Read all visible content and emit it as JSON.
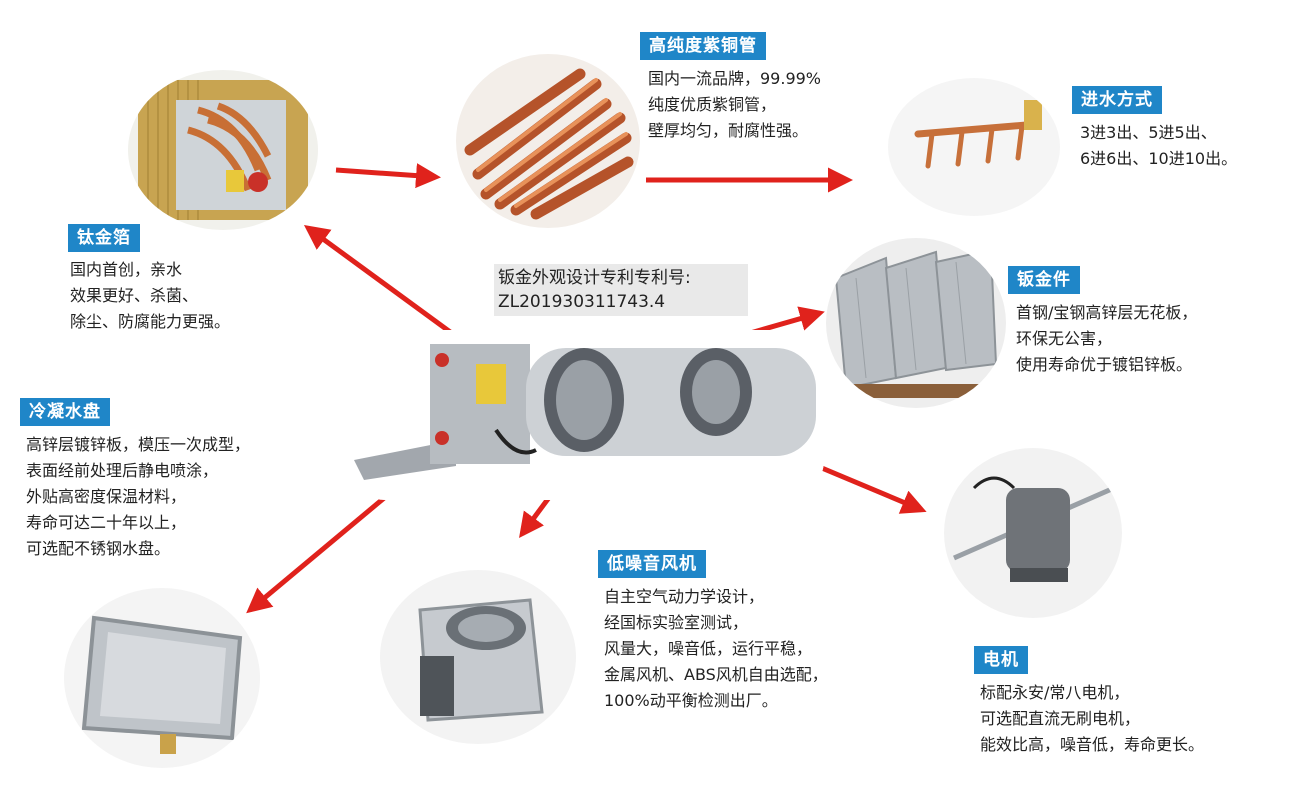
{
  "sections": {
    "foil": {
      "title": "钛金箔",
      "lines": [
        "国内首创，亲水",
        "效果更好、杀菌、",
        "除尘、防腐能力更强。"
      ]
    },
    "copper": {
      "title": "高纯度紫铜管",
      "lines": [
        "国内一流品牌，99.99%",
        "纯度优质紫铜管，",
        "壁厚均匀，耐腐性强。"
      ]
    },
    "inlet": {
      "title": "进水方式",
      "lines": [
        "3进3出、5进5出、",
        "6进6出、10进10出。"
      ]
    },
    "sheet": {
      "title": "钣金件",
      "lines": [
        "首钢/宝钢高锌层无花板，",
        "环保无公害，",
        "使用寿命优于镀铝锌板。"
      ]
    },
    "pan": {
      "title": "冷凝水盘",
      "lines": [
        "高锌层镀锌板，模压一次成型，",
        "表面经前处理后静电喷涂，",
        "外贴高密度保温材料，",
        "寿命可达二十年以上，",
        "可选配不锈钢水盘。"
      ]
    },
    "fan": {
      "title": "低噪音风机",
      "lines": [
        "自主空气动力学设计，",
        "经国标实验室测试，",
        "风量大，噪音低，运行平稳，",
        "金属风机、ABS风机自由选配，",
        "100%动平衡检测出厂。"
      ]
    },
    "motor": {
      "title": "电机",
      "lines": [
        "标配永安/常八电机，",
        "可选配直流无刷电机，",
        "能效比高，噪音低，寿命更长。"
      ]
    }
  },
  "patent": {
    "line1": "钣金外观设计专利专利号:",
    "line2": "ZL201930311743.4"
  },
  "colors": {
    "badge": "#1f86c8",
    "arrow": "#e0221c"
  }
}
